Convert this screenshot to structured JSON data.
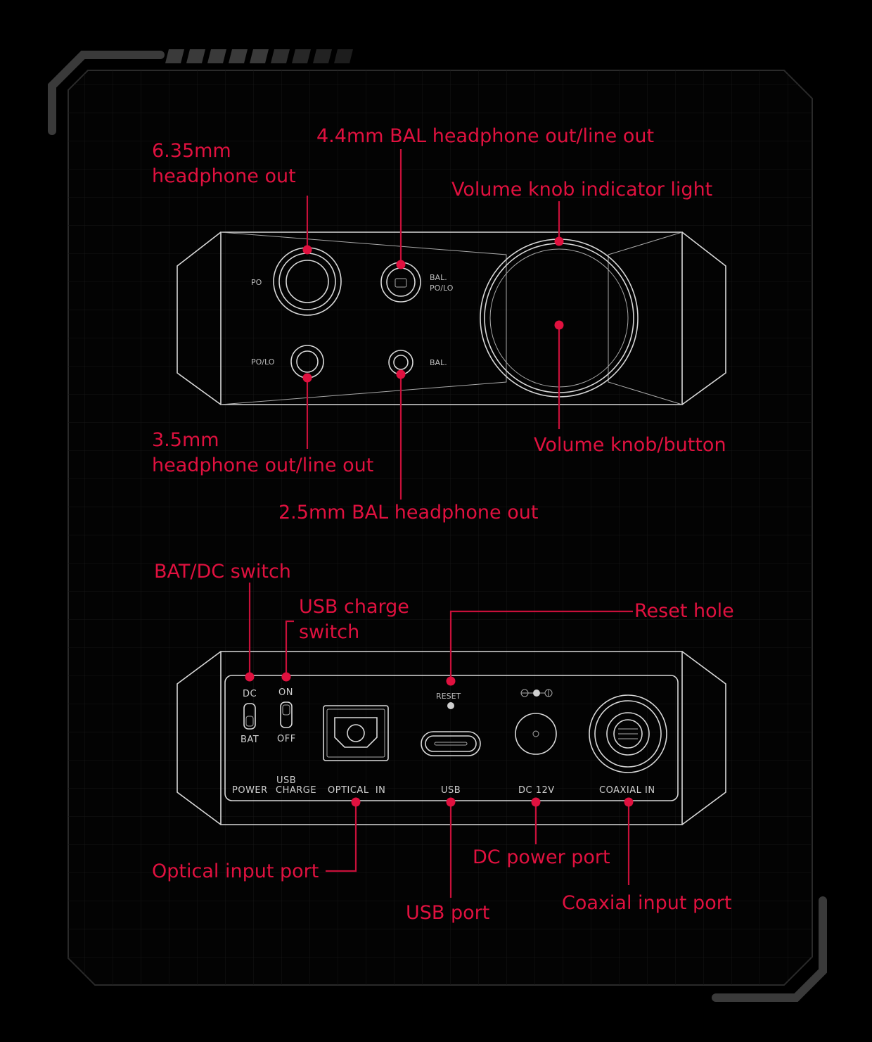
{
  "front_panel": {
    "device_labels": {
      "po": "PO",
      "bal_polo": [
        "BAL.",
        "PO/LO"
      ],
      "polo": "PO/LO",
      "bal": "BAL."
    },
    "callouts": {
      "headphone_635": [
        "6.35mm",
        "headphone out"
      ],
      "bal_44": "4.4mm BAL headphone out/line out",
      "knob_light": "Volume knob indicator light",
      "headphone_35": [
        "3.5mm",
        "headphone out/line out"
      ],
      "knob": "Volume knob/button",
      "bal_25": "2.5mm BAL headphone out"
    }
  },
  "rear_panel": {
    "device_labels": {
      "dc": "DC",
      "bat": "BAT",
      "on": "ON",
      "off": "OFF",
      "reset": "RESET",
      "power": "POWER",
      "usb_charge": [
        "USB",
        "CHARGE"
      ],
      "optical_in": "OPTICAL  IN",
      "usb": "USB",
      "dc12v": "DC 12V",
      "coaxial_in": "COAXIAL IN"
    },
    "callouts": {
      "bat_dc_switch": "BAT/DC switch",
      "usb_charge_switch": [
        "USB charge",
        "switch"
      ],
      "reset_hole": "Reset hole",
      "optical_port": "Optical input port",
      "dc_power_port": "DC power port",
      "usb_port": "USB port",
      "coaxial_port": "Coaxial input port"
    }
  },
  "colors": {
    "background": "#000000",
    "frame": "#1a1a1a",
    "accent": "#e0113f",
    "device_line": "#d8d8d8"
  }
}
